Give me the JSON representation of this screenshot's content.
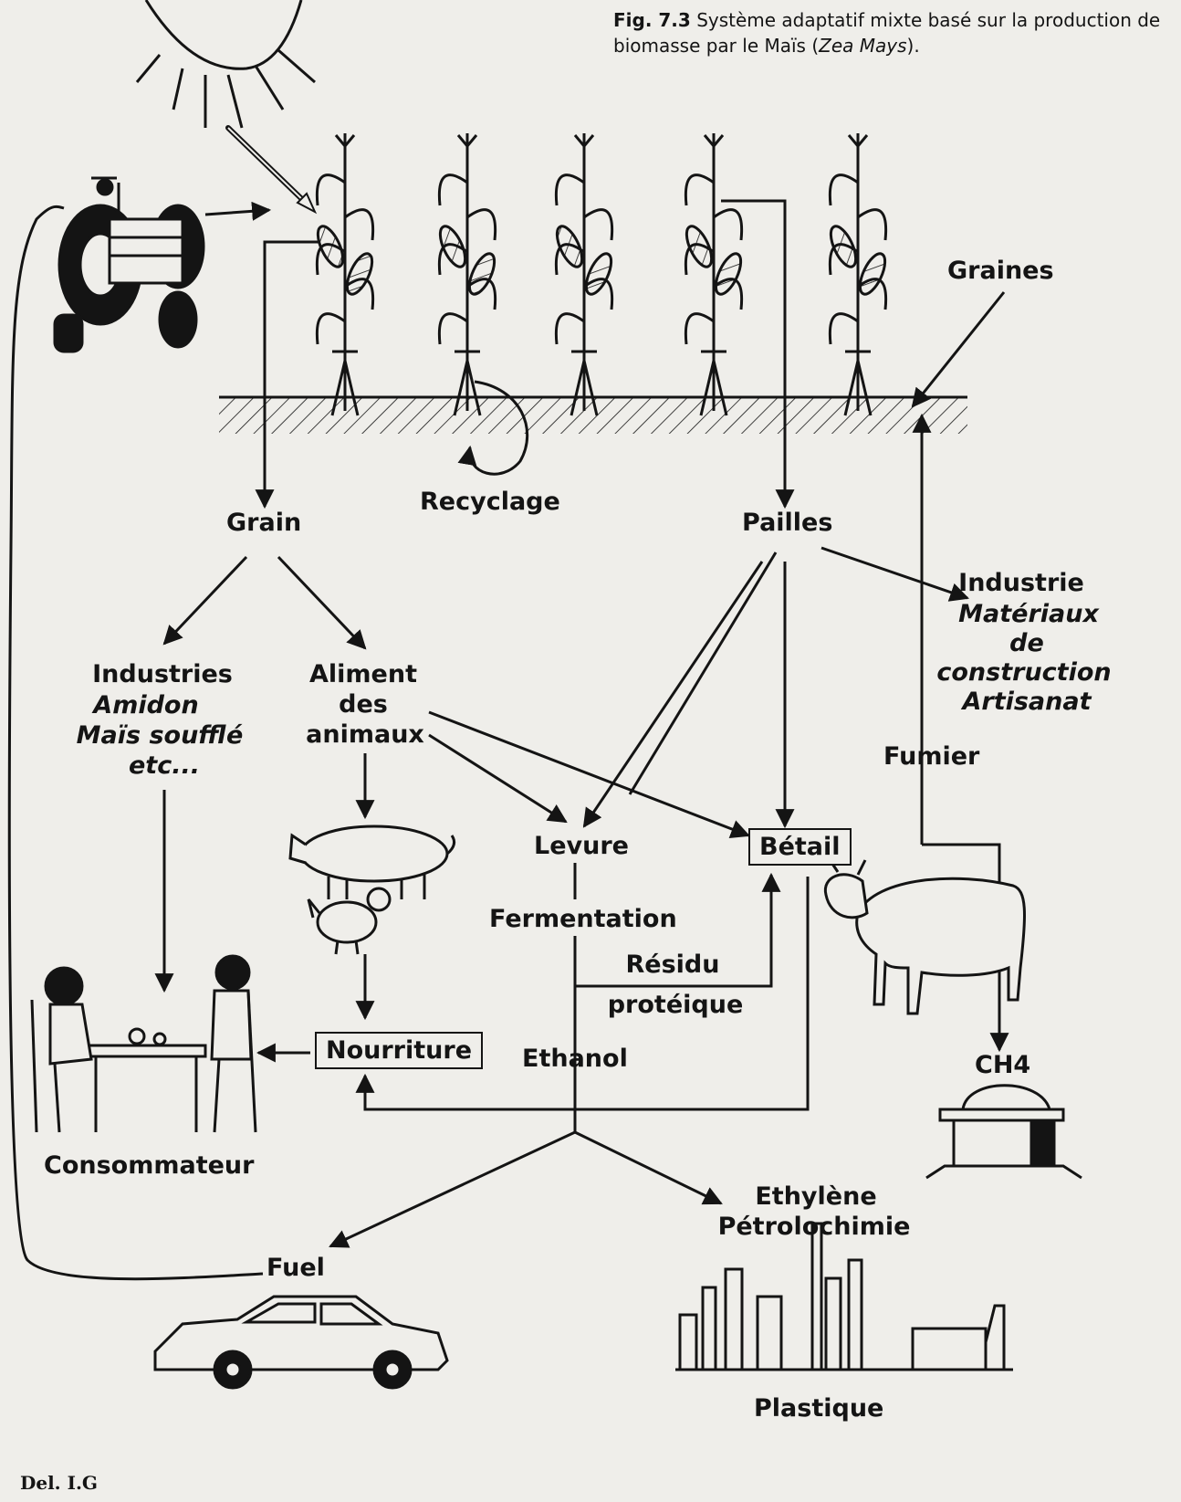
{
  "caption": {
    "fig_number": "Fig. 7.3",
    "text_before": "Système adaptatif mixte basé sur la production de biomasse par le Maïs (",
    "species": "Zea Mays",
    "text_after": ")."
  },
  "nodes": {
    "graines": "Graines",
    "recyclage": "Recyclage",
    "grain": "Grain",
    "pailles": "Pailles",
    "industries_title": "Industries",
    "industries_amidon": "Amidon",
    "industries_mais": "Maïs soufflé",
    "industries_etc": "etc...",
    "aliment_line1": "Aliment",
    "aliment_line2": "des",
    "aliment_line3": "animaux",
    "industrie_title": "Industrie",
    "industrie_line1": "Matériaux",
    "industrie_line2": "de",
    "industrie_line3": "construction",
    "industrie_line4": "Artisanat",
    "fumier": "Fumier",
    "levure": "Levure",
    "betail": "Bétail",
    "fermentation": "Fermentation",
    "residu_line1": "Résidu",
    "residu_line2": "protéique",
    "nourriture": "Nourriture",
    "ethanol": "Ethanol",
    "ch4": "CH4",
    "consommateur": "Consommateur",
    "ethylene_line1": "Ethylène",
    "ethylene_line2": "Pétrolochimie",
    "fuel": "Fuel",
    "plastique": "Plastique"
  },
  "credit": "Del. I.G",
  "colors": {
    "ink": "#141414",
    "paper": "#efeeea"
  }
}
